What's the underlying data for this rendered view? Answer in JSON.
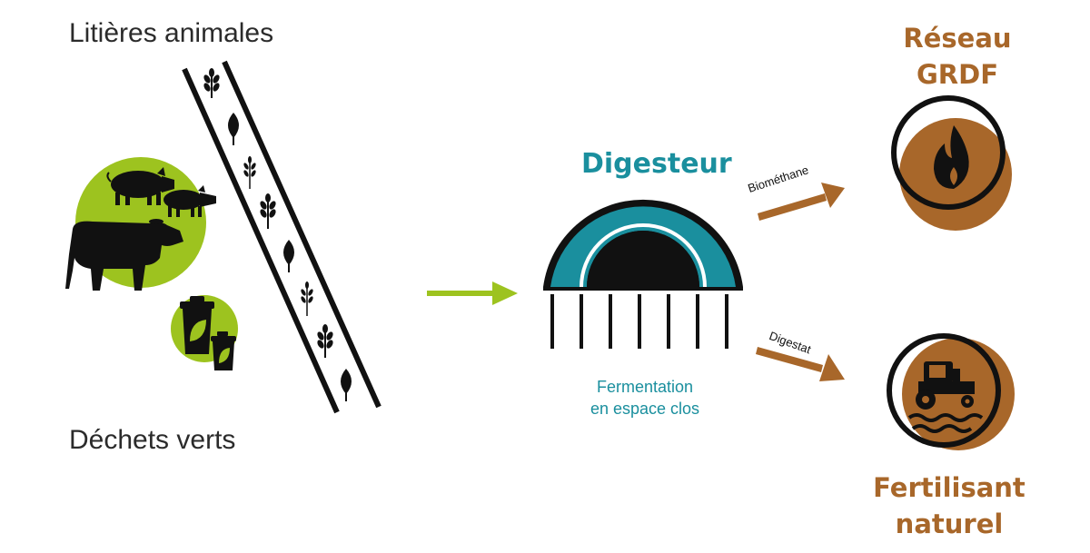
{
  "inputs": {
    "animal_litter": "Litières animales",
    "green_waste": "Déchets verts"
  },
  "digester": {
    "title": "Digesteur",
    "subtitle_line1": "Fermentation",
    "subtitle_line2": "en espace clos"
  },
  "outputs": {
    "biomethane_label": "Biométhane",
    "digestate_label": "Digestat",
    "network_line1": "Réseau",
    "network_line2": "GRDF",
    "fertilizer_line1": "Fertilisant",
    "fertilizer_line2": "naturel"
  },
  "colors": {
    "green": "#9dc31f",
    "teal": "#1a8f9e",
    "brown": "#a8672a",
    "black": "#111111"
  },
  "icons": [
    "pig-icon",
    "cow-icon",
    "bin-icon",
    "wheat-icon",
    "leaf-icon",
    "flame-icon",
    "tractor-icon",
    "water-waves-icon"
  ]
}
